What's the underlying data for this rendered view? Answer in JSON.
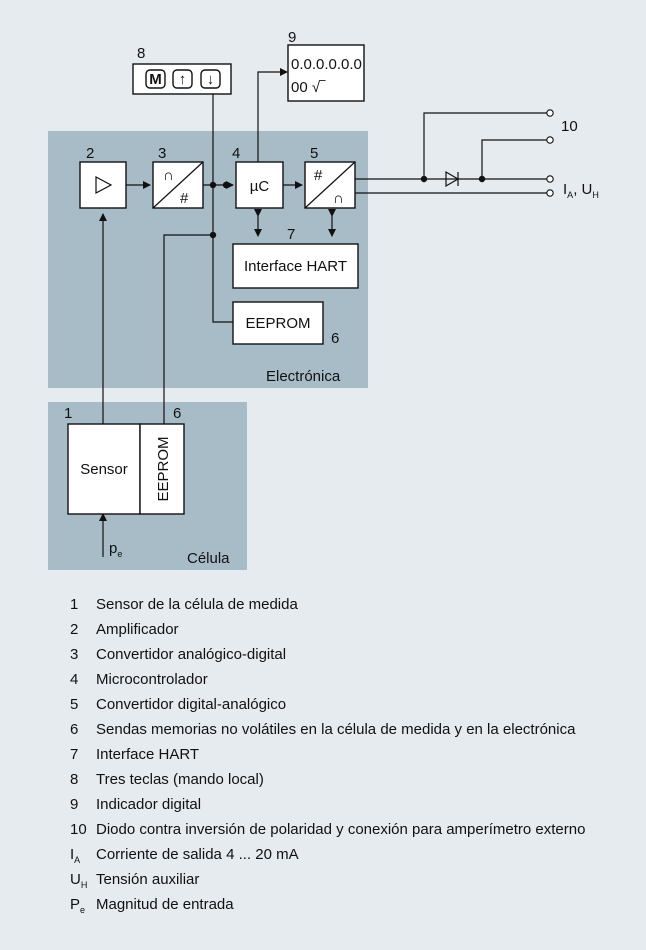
{
  "diagram": {
    "numbers": {
      "n1": "1",
      "n2": "2",
      "n3": "3",
      "n4": "4",
      "n5": "5",
      "n6a": "6",
      "n6b": "6",
      "n7": "7",
      "n8": "8",
      "n9": "9",
      "n10": "10"
    },
    "regions": {
      "electronics": "Electrónica",
      "cell": "Célula"
    },
    "blocks": {
      "microcontroller": "µC",
      "hart": "Interface HART",
      "eeprom_electronics": "EEPROM",
      "sensor": "Sensor",
      "eeprom_cell": "EEPROM"
    },
    "display": {
      "line1": "0.0.0.0.0.0",
      "line2": "00 √‾"
    },
    "keys": [
      "M",
      "↑",
      "↓"
    ],
    "outputs": {
      "current": "I",
      "current_sub": "A",
      "voltage": "U",
      "voltage_sub": "H"
    },
    "input": {
      "symbol": "p",
      "symbol_sub": "e"
    }
  },
  "legend": [
    {
      "key": "1",
      "sub": "",
      "text": "Sensor de la célula de medida"
    },
    {
      "key": "2",
      "sub": "",
      "text": "Amplificador"
    },
    {
      "key": "3",
      "sub": "",
      "text": "Convertidor analógico-digital"
    },
    {
      "key": "4",
      "sub": "",
      "text": "Microcontrolador"
    },
    {
      "key": "5",
      "sub": "",
      "text": "Convertidor digital-analógico"
    },
    {
      "key": "6",
      "sub": "",
      "text": "Sendas memorias no volátiles en la célula de medida y en la electrónica"
    },
    {
      "key": "7",
      "sub": "",
      "text": "Interface HART"
    },
    {
      "key": "8",
      "sub": "",
      "text": "Tres teclas (mando local)"
    },
    {
      "key": "9",
      "sub": "",
      "text": "Indicador digital"
    },
    {
      "key": "10",
      "sub": "",
      "text": "Diodo contra inversión de polaridad y conexión para amperímetro externo"
    },
    {
      "key": "I",
      "sub": "A",
      "text": "Corriente de salida 4 ... 20 mA"
    },
    {
      "key": "U",
      "sub": "H",
      "text": "Tensión auxiliar"
    },
    {
      "key": "P",
      "sub": "e",
      "text": "Magnitud de entrada"
    }
  ],
  "colors": {
    "background": "#e6ebf0",
    "region_fill": "#a8bcc8",
    "block_fill": "#ffffff",
    "line": "#111111"
  }
}
